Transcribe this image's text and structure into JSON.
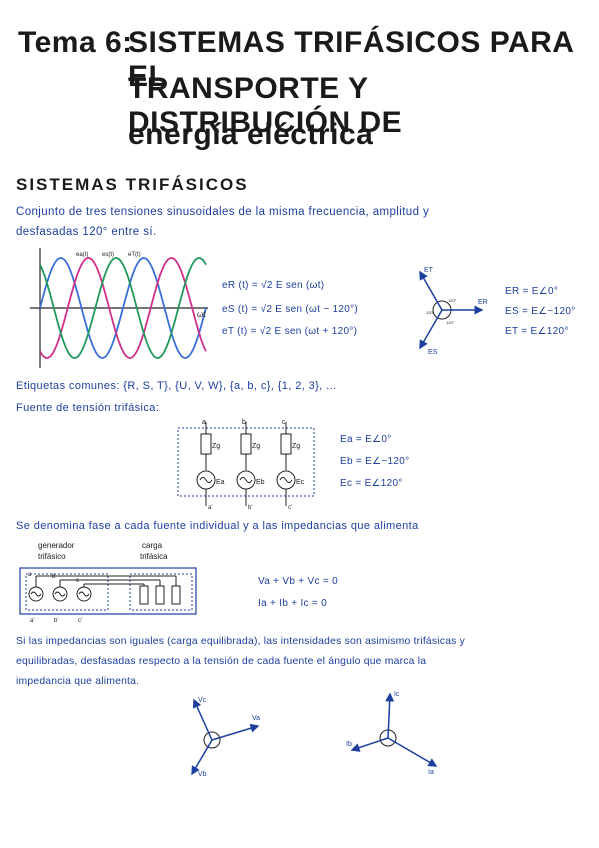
{
  "title": {
    "label": "Tema 6:",
    "line1": "Sistemas trifásicos para el",
    "line2": "transporte y distribución de",
    "line3": "energía eléctrica"
  },
  "section": {
    "heading": "Sistemas trifásicos"
  },
  "intro": {
    "line1": "Conjunto de tres tensiones sinusoidales de la misma frecuencia, amplitud y",
    "line2": "desfasadas 120° entre sí."
  },
  "waveform": {
    "labels": [
      "ea(t)",
      "es(t)",
      "eT(t)"
    ],
    "axis": "ωt",
    "colors": {
      "a": "#3a6fd8",
      "s": "#d0308a",
      "t": "#1e9a5a"
    }
  },
  "equations_time": [
    "eR (t) = √2 E sen (ωt)",
    "eS (t) = √2 E sen (ωt − 120°)",
    "eT (t) = √2 E sen (ωt + 120°)"
  ],
  "phasor1": {
    "labels": [
      "ET",
      "ER",
      "ES"
    ],
    "angles": [
      "120°",
      "120°",
      "120°"
    ]
  },
  "equations_phasor": [
    "ER = E∠0°",
    "ES = E∠−120°",
    "ET = E∠120°"
  ],
  "labels_common": "Etiquetas comunes: {R, S, T}, {U, V, W}, {a, b, c}, {1, 2, 3}, ...",
  "source_title": "Fuente de tensión trifásica:",
  "source": {
    "top_labels": [
      "a",
      "b",
      "c"
    ],
    "bottom_labels": [
      "a'",
      "b'",
      "c'"
    ],
    "z_label": "Zg",
    "sources": [
      "Ea",
      "Eb",
      "Ec"
    ],
    "equations": [
      "Ea = E∠0°",
      "Eb = E∠−120°",
      "Ec = E∠120°"
    ]
  },
  "phase_def": "Se denomina fase a cada fuente individual y a las impedancias que alimenta",
  "gen_load": {
    "gen_label1": "generador",
    "gen_label2": "trifásico",
    "load_label1": "carga",
    "load_label2": "trifásica",
    "node_labels": [
      "a",
      "b",
      "c"
    ],
    "bottom_labels": [
      "a'",
      "b'",
      "c'"
    ],
    "eq1": "Va + Vb + Vc = 0",
    "eq2": "Ia + Ib + Ic = 0"
  },
  "balanced": {
    "line1": "Si las impedancias son iguales (carga equilibrada), las intensidades son asimismo trifásicas y",
    "line2": "equilibradas, desfasadas respecto a la tensión de cada fuente el ángulo que marca la",
    "line3": "impedancia que alimenta."
  },
  "phasor_v": {
    "labels": [
      "Vc",
      "Va",
      "Vb"
    ]
  },
  "phasor_i": {
    "labels": [
      "Ic",
      "Ib",
      "Ia"
    ]
  }
}
